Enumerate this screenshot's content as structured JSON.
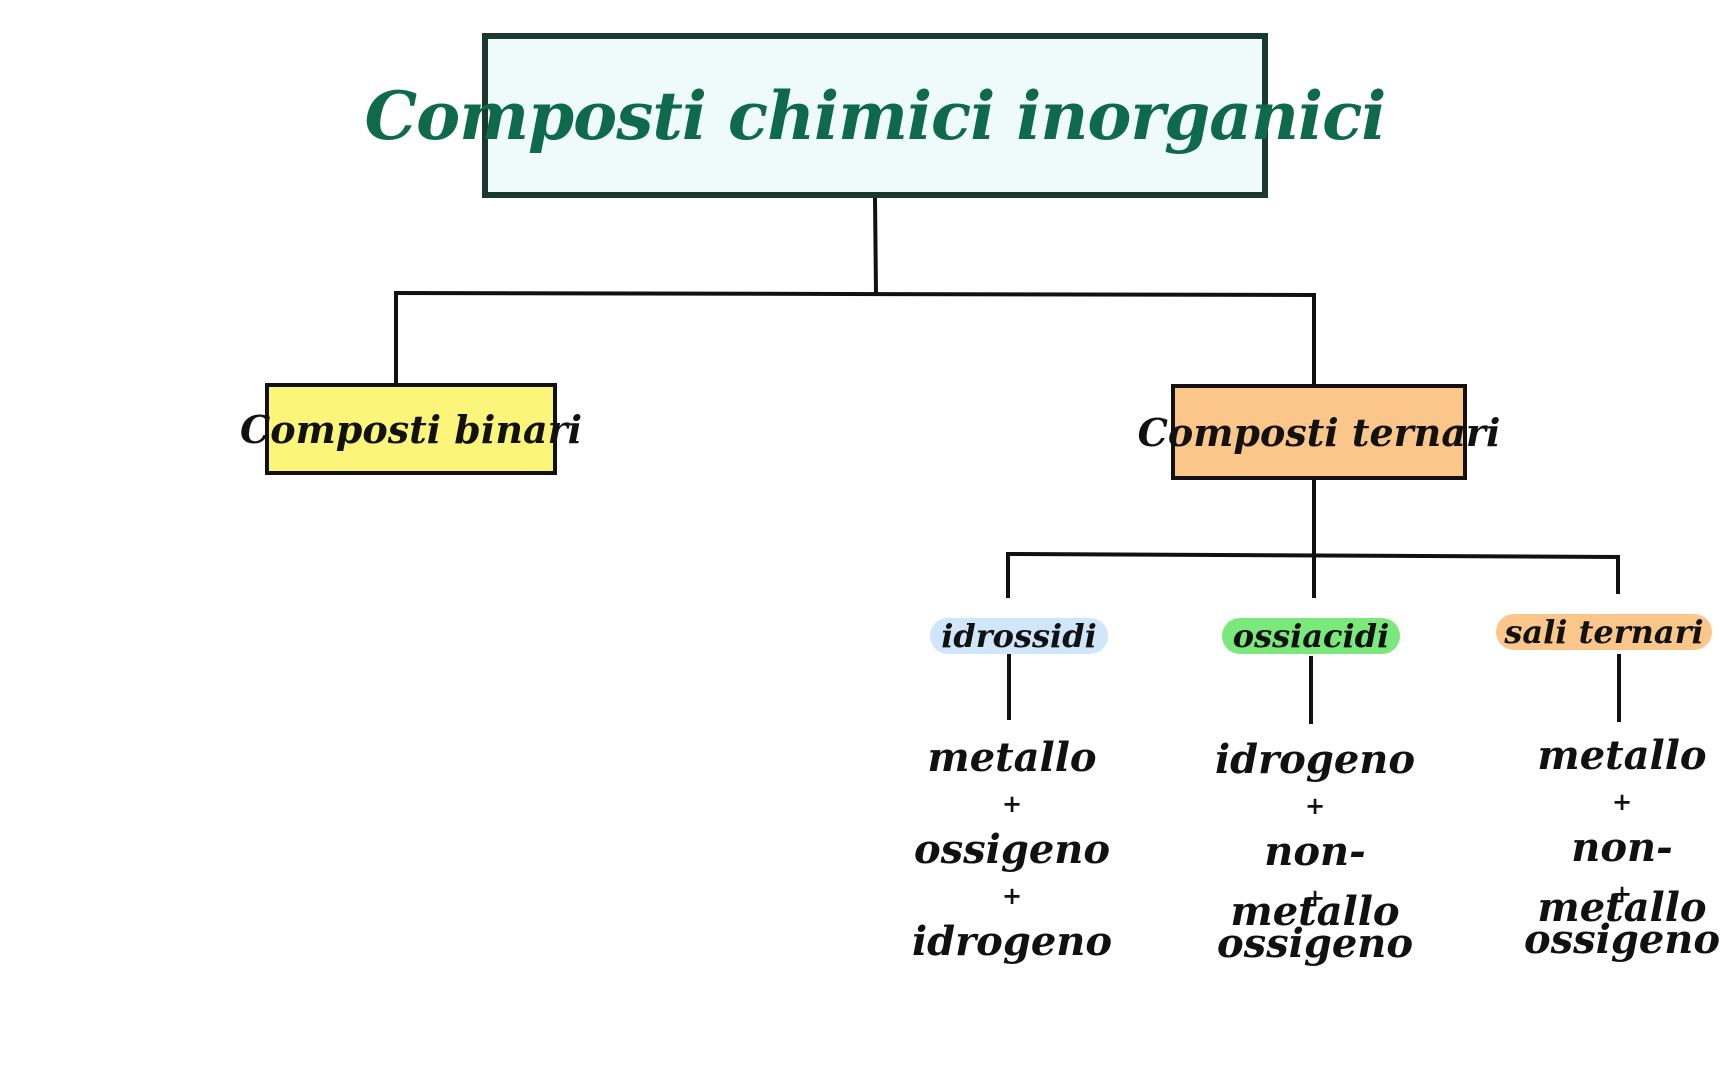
{
  "title": "Composti chimici inorganici",
  "branches": [
    {
      "label": "Composti binari"
    },
    {
      "label": "Composti ternari"
    }
  ],
  "ternari_children": [
    {
      "label": "idrossidi",
      "color": "#cfe6fb",
      "formula": [
        "metallo",
        "+",
        "ossigeno",
        "+",
        "idrogeno"
      ]
    },
    {
      "label": "ossiacidi",
      "color": "#7ae87a",
      "formula": [
        "idrogeno",
        "+",
        "non-metallo",
        "+",
        "ossigeno"
      ]
    },
    {
      "label": "sali ternari",
      "color": "#fbc68a",
      "formula": [
        "metallo",
        "+",
        "non-metallo",
        "+",
        "ossigeno"
      ]
    }
  ],
  "colors": {
    "title_bg": "#effbfb",
    "title_text": "#0f6a4c",
    "binari_bg": "#fbf67a",
    "ternari_bg": "#fbc68a"
  }
}
